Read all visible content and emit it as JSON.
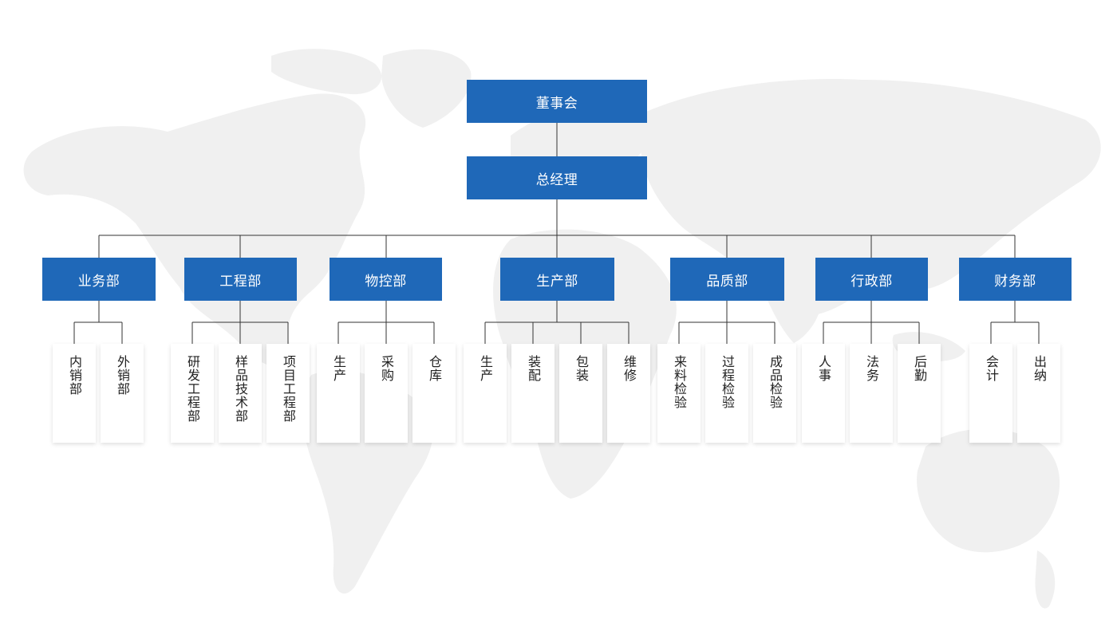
{
  "colors": {
    "box": "#1f68b8",
    "line": "#333333",
    "card_text": "#222222",
    "map": "#efefef"
  },
  "board": {
    "label": "董事会"
  },
  "gm": {
    "label": "总经理"
  },
  "departments": [
    {
      "label": "业务部",
      "subs": [
        "内销部",
        "外销部"
      ]
    },
    {
      "label": "工程部",
      "subs": [
        "研发工程部",
        "样品技术部",
        "项目工程部"
      ]
    },
    {
      "label": "物控部",
      "subs": [
        "生产",
        "采购",
        "仓库"
      ]
    },
    {
      "label": "生产部",
      "subs": [
        "生产",
        "装配",
        "包装",
        "维修"
      ]
    },
    {
      "label": "品质部",
      "subs": [
        "来料检验",
        "过程检验",
        "成品检验"
      ]
    },
    {
      "label": "行政部",
      "subs": [
        "人事",
        "法务",
        "后勤"
      ]
    },
    {
      "label": "财务部",
      "subs": [
        "会计",
        "出纳"
      ]
    }
  ]
}
